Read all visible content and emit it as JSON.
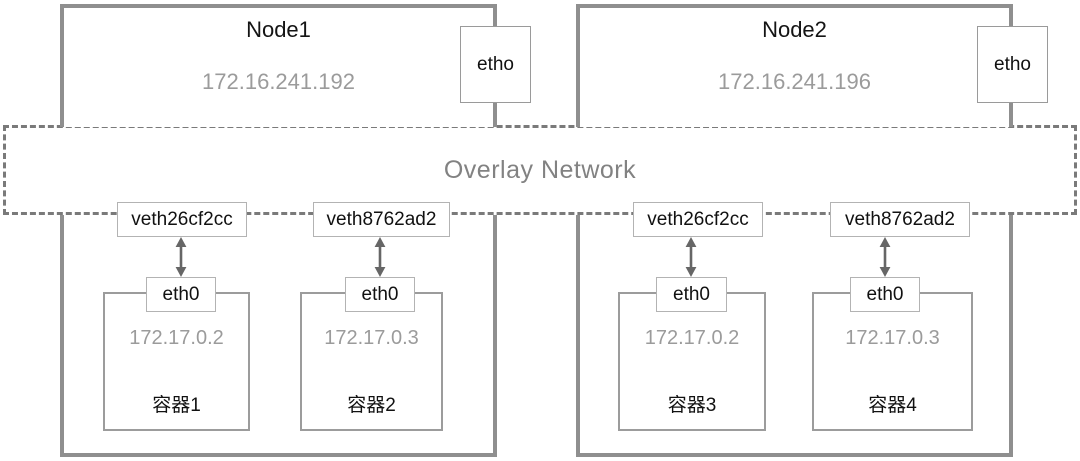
{
  "diagram": {
    "overlay_label": "Overlay Network",
    "nodes": [
      {
        "title": "Node1",
        "ip": "172.16.241.192",
        "nic": "etho",
        "containers": [
          {
            "veth": "veth26cf2cc",
            "iface": "eth0",
            "ip": "172.17.0.2",
            "label": "容器1"
          },
          {
            "veth": "veth8762ad2",
            "iface": "eth0",
            "ip": "172.17.0.3",
            "label": "容器2"
          }
        ]
      },
      {
        "title": "Node2",
        "ip": "172.16.241.196",
        "nic": "etho",
        "containers": [
          {
            "veth": "veth26cf2cc",
            "iface": "eth0",
            "ip": "172.17.0.2",
            "label": "容器3"
          },
          {
            "veth": "veth8762ad2",
            "iface": "eth0",
            "ip": "172.17.0.3",
            "label": "容器4"
          }
        ]
      }
    ],
    "colors": {
      "node_border": "#8f8f8f",
      "dashed_border": "#7a7a7a",
      "small_box_border": "#b3b3b3",
      "container_border": "#9c9c9c",
      "text_primary": "#111111",
      "text_secondary": "#9b9b9b",
      "overlay_text": "#828282",
      "arrow": "#666666"
    }
  }
}
